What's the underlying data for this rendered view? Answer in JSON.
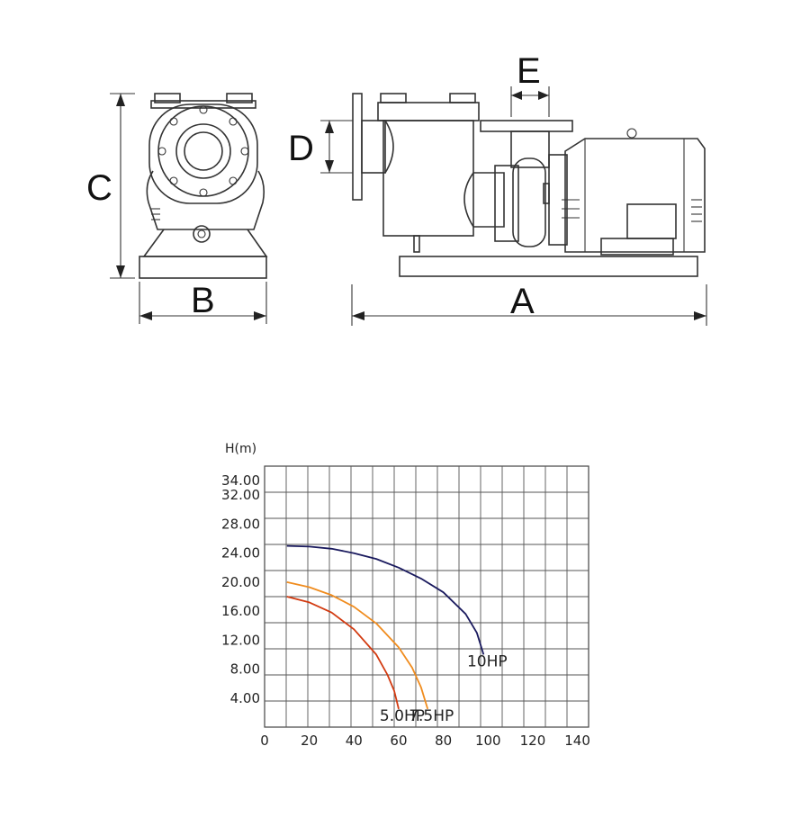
{
  "drawing": {
    "dimension_labels": {
      "a": "A",
      "b": "B",
      "c": "C",
      "d": "D",
      "e": "E"
    }
  },
  "chart_data": {
    "type": "line",
    "ylabel": "H(m)",
    "xlabel": "",
    "xlim": [
      0,
      145
    ],
    "ylim": [
      0,
      36
    ],
    "x_ticks": [
      0,
      20,
      40,
      60,
      80,
      100,
      120,
      140
    ],
    "x_tick_labels": [
      "0",
      "20",
      "40",
      "60",
      "80",
      "100",
      "120",
      "140"
    ],
    "y_ticks": [
      4,
      8,
      12,
      16,
      20,
      24,
      28,
      32,
      34
    ],
    "y_tick_labels": [
      "4.00",
      "8.00",
      "12.00",
      "16.00",
      "20.00",
      "24.00",
      "28.00",
      "32.00",
      "34.00"
    ],
    "grid": true,
    "series": [
      {
        "name": "5.0HP",
        "color": "#d23a10",
        "x": [
          10,
          20,
          30,
          40,
          50,
          55,
          58,
          60
        ],
        "y": [
          18,
          17.2,
          15.8,
          13.5,
          10,
          7.2,
          5,
          2.5
        ]
      },
      {
        "name": "7.5HP",
        "color": "#f08c1e",
        "x": [
          10,
          20,
          30,
          40,
          50,
          60,
          66,
          70,
          73
        ],
        "y": [
          20,
          19.3,
          18.2,
          16.6,
          14.3,
          11,
          8.2,
          5.5,
          2.5
        ]
      },
      {
        "name": "10HP",
        "color": "#1a1a5e",
        "x": [
          10,
          20,
          30,
          40,
          50,
          60,
          70,
          80,
          90,
          95,
          98
        ],
        "y": [
          25,
          24.9,
          24.6,
          24,
          23.2,
          22,
          20.5,
          18.6,
          15.6,
          13,
          10
        ]
      }
    ]
  }
}
